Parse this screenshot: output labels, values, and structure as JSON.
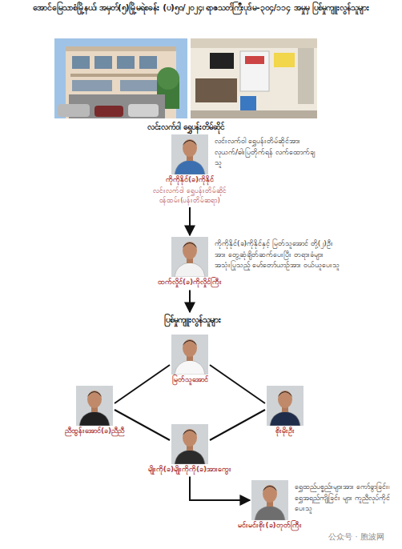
{
  "diagram": {
    "title": "အောင်မြေသာစံမြို့နယ်၊ အမှတ်(၅)မြို့မရဲစခန်း (ပ)၅၀/၂၀၂၄၊ ရာဇသတ်ကြီးပုဒ်မ-၃၀၄/၁၁၄ အမှုမှ ပြစ်မှုကျူးလွန်သူများ",
    "nodes": [
      {
        "text": [
          "ကိုကိုနိုင်(ခ)ကိုနိုင်",
          "လင်းလက်ဝါ ရွှေပန်းတိမ်ဆိုင်ဝန်ထမ်း(ပန်းတိမ်ဆရာ)",
          "လင်းလက်ဝါ ရွှေပန်းတိမ်ဆိုင်အား လုယက်/ဓါးပြတိုက်ရန် လက်ထောက်ချသူ"
        ]
      },
      {
        "text": [
          "ထက်လှိုင်(ခ)ကိုလှိုင်ကြီး",
          "ကိုကိုနိုင်(ခ)ကိုနိုင်နှင့် မြတ်သူအောင် တို့(၂)ဦးအား တွေ့ဆုံချိတ်ဆက်ပေးပြီး တရားခံများ အသုံးပြုသည့် မော်တော်ယာဉ်အား ဝယ်ယူပေးသူ"
        ]
      },
      {
        "text": [
          "မြတ်သူအောင်"
        ]
      },
      {
        "text": [
          "ညီထွန်းအောင်(ခ)ညီညီ"
        ]
      },
      {
        "text": [
          "စိုးမိုးဦး"
        ]
      },
      {
        "text": [
          "မျိုးကို(ခ)မျိုးကိုကို(ခ)အားကွေး"
        ]
      },
      {
        "text": [
          "မင်းမင်းစိုး(ခ)တုတ်ကြီး",
          "ရွှေထည်ပစ္စည်းများအား ကော်ခွာခြင်း၊ ရွှေအရည်ကျိုခြင်း များ ကူညီလုပ်ကိုင်ပေးသူ"
        ]
      }
    ],
    "edges": [
      {
        "from": 0,
        "to": 1,
        "arrow": "to"
      },
      {
        "from": 2,
        "to": 3,
        "arrow": "none"
      },
      {
        "from": 2,
        "to": 4,
        "arrow": "none"
      },
      {
        "from": 3,
        "to": 5,
        "arrow": "none"
      },
      {
        "from": 4,
        "to": 5,
        "arrow": "none"
      },
      {
        "from": 5,
        "to": 6,
        "arrow": "to"
      }
    ],
    "labels": [
      "လင်းလက်ဝါ ရွှေပန်းတိမ်ဆိုင်",
      "ပြစ်မှုကျူးလွန်သူများ",
      "公众号 · 胞波网"
    ]
  }
}
